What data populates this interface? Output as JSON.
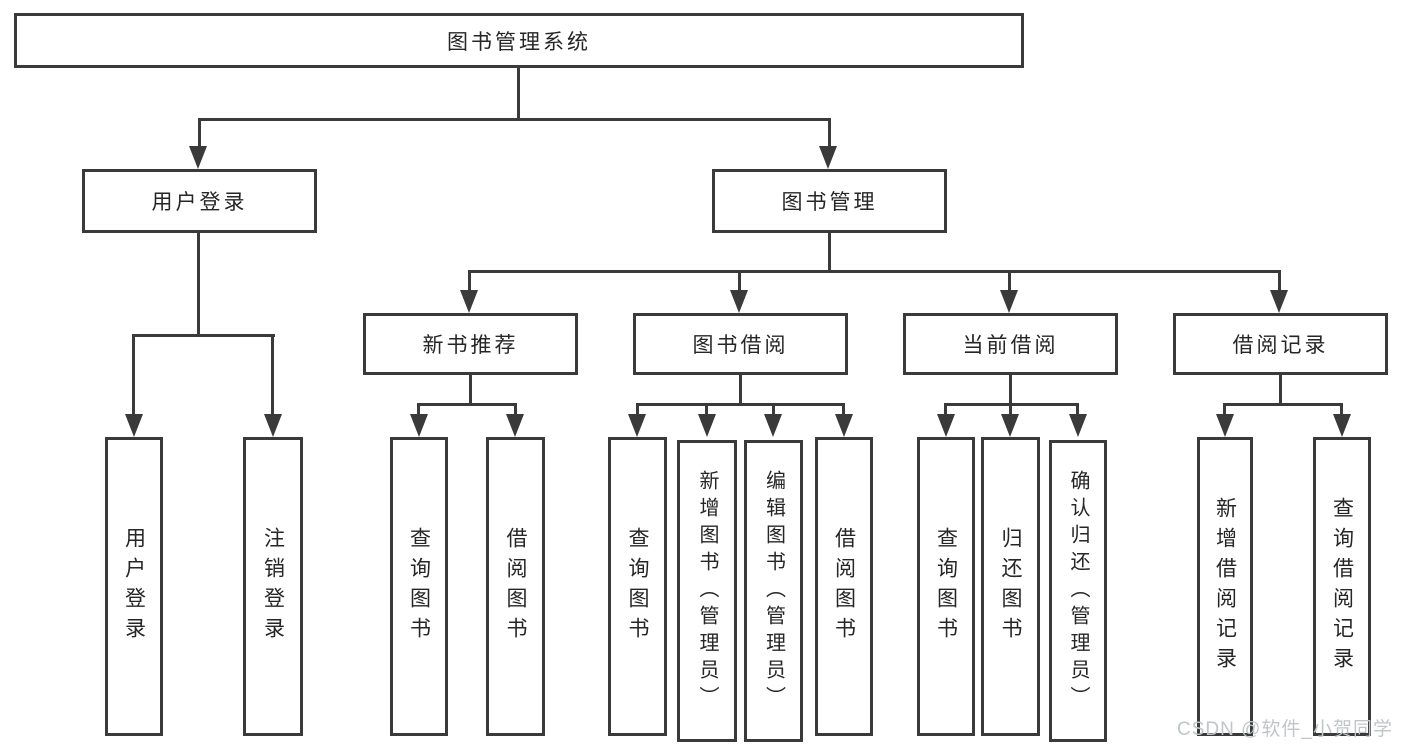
{
  "diagram": {
    "root": {
      "label": "图书管理系统"
    },
    "level2": [
      {
        "label": "用户登录"
      },
      {
        "label": "图书管理"
      }
    ],
    "level3": [
      {
        "label": "新书推荐"
      },
      {
        "label": "图书借阅"
      },
      {
        "label": "当前借阅"
      },
      {
        "label": "借阅记录"
      }
    ],
    "leaves": {
      "user_login": [
        {
          "label": "用户登录"
        },
        {
          "label": "注销登录"
        }
      ],
      "new_book": [
        {
          "label": "查询图书"
        },
        {
          "label": "借阅图书"
        }
      ],
      "book_borrow": [
        {
          "label": "查询图书"
        },
        {
          "label": "新增图书（管理员）"
        },
        {
          "label": "编辑图书（管理员）"
        },
        {
          "label": "借阅图书"
        }
      ],
      "current_borrow": [
        {
          "label": "查询图书"
        },
        {
          "label": "归还图书"
        },
        {
          "label": "确认归还（管理员）"
        }
      ],
      "borrow_records": [
        {
          "label": "新增借阅记录"
        },
        {
          "label": "查询借阅记录"
        }
      ]
    }
  },
  "watermark": {
    "text": "CSDN @软件_小贺同学"
  },
  "colors": {
    "line": "#3a3a3a",
    "text": "#262626",
    "wm": "#c2c5c8",
    "bg": "#ffffff"
  }
}
